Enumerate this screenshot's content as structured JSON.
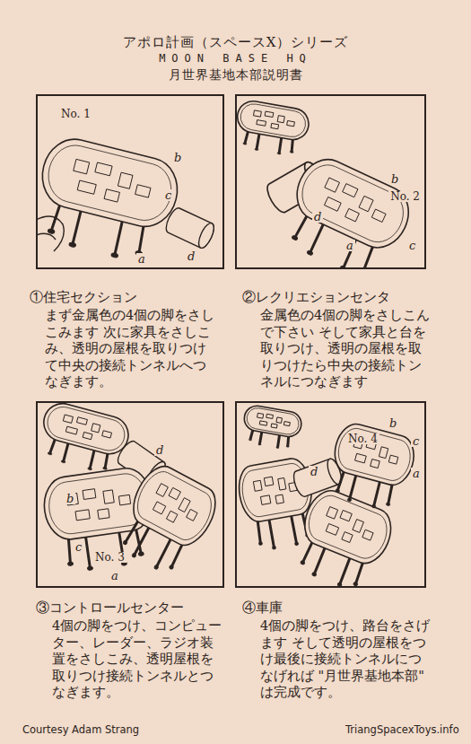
{
  "diagram": {
    "title": "アポロ計画（スペースX）シリーズ",
    "nodes": [
      {
        "text": [
          "No. 1",
          "b",
          "c",
          "d",
          "a"
        ]
      },
      {
        "text": [
          "No. 2",
          "b",
          "d",
          "a",
          "c"
        ]
      },
      {
        "text": [
          "d",
          "b",
          "c",
          "No. 3",
          "a"
        ]
      },
      {
        "text": [
          "b",
          "No. 4",
          "c",
          "d",
          "a"
        ]
      }
    ],
    "labels": [
      "MOON BASE HQ",
      "月世界基地本部説明書",
      "①住宅セクション",
      "まず金属色の4個の脚をさしこみます 次に家具をさしこみ、透明の屋根を取りつけて中央の接続トンネルへつなぎます。",
      "②レクリエションセンタ",
      "金属色の4個の脚をさしこんで下さい そして家具と台を取りつけ、透明の屋根を取りつけたら中央の接続トンネルにつなぎます",
      "③コントロールセンター",
      "4個の脚をつけ、コンピューター、レーダー、ラジオ装置をさしこみ、透明屋根を取りつけ接続トンネルとつなぎます。",
      "④車庫",
      "4個の脚をつけ、路台をさげます そして透明の屋根をつけ最後に接続トンネルにつなげれば \"月世界基地本部\" は完成です。",
      "Courtesy Adam Strang",
      "TriangSpacexToys.info"
    ]
  }
}
